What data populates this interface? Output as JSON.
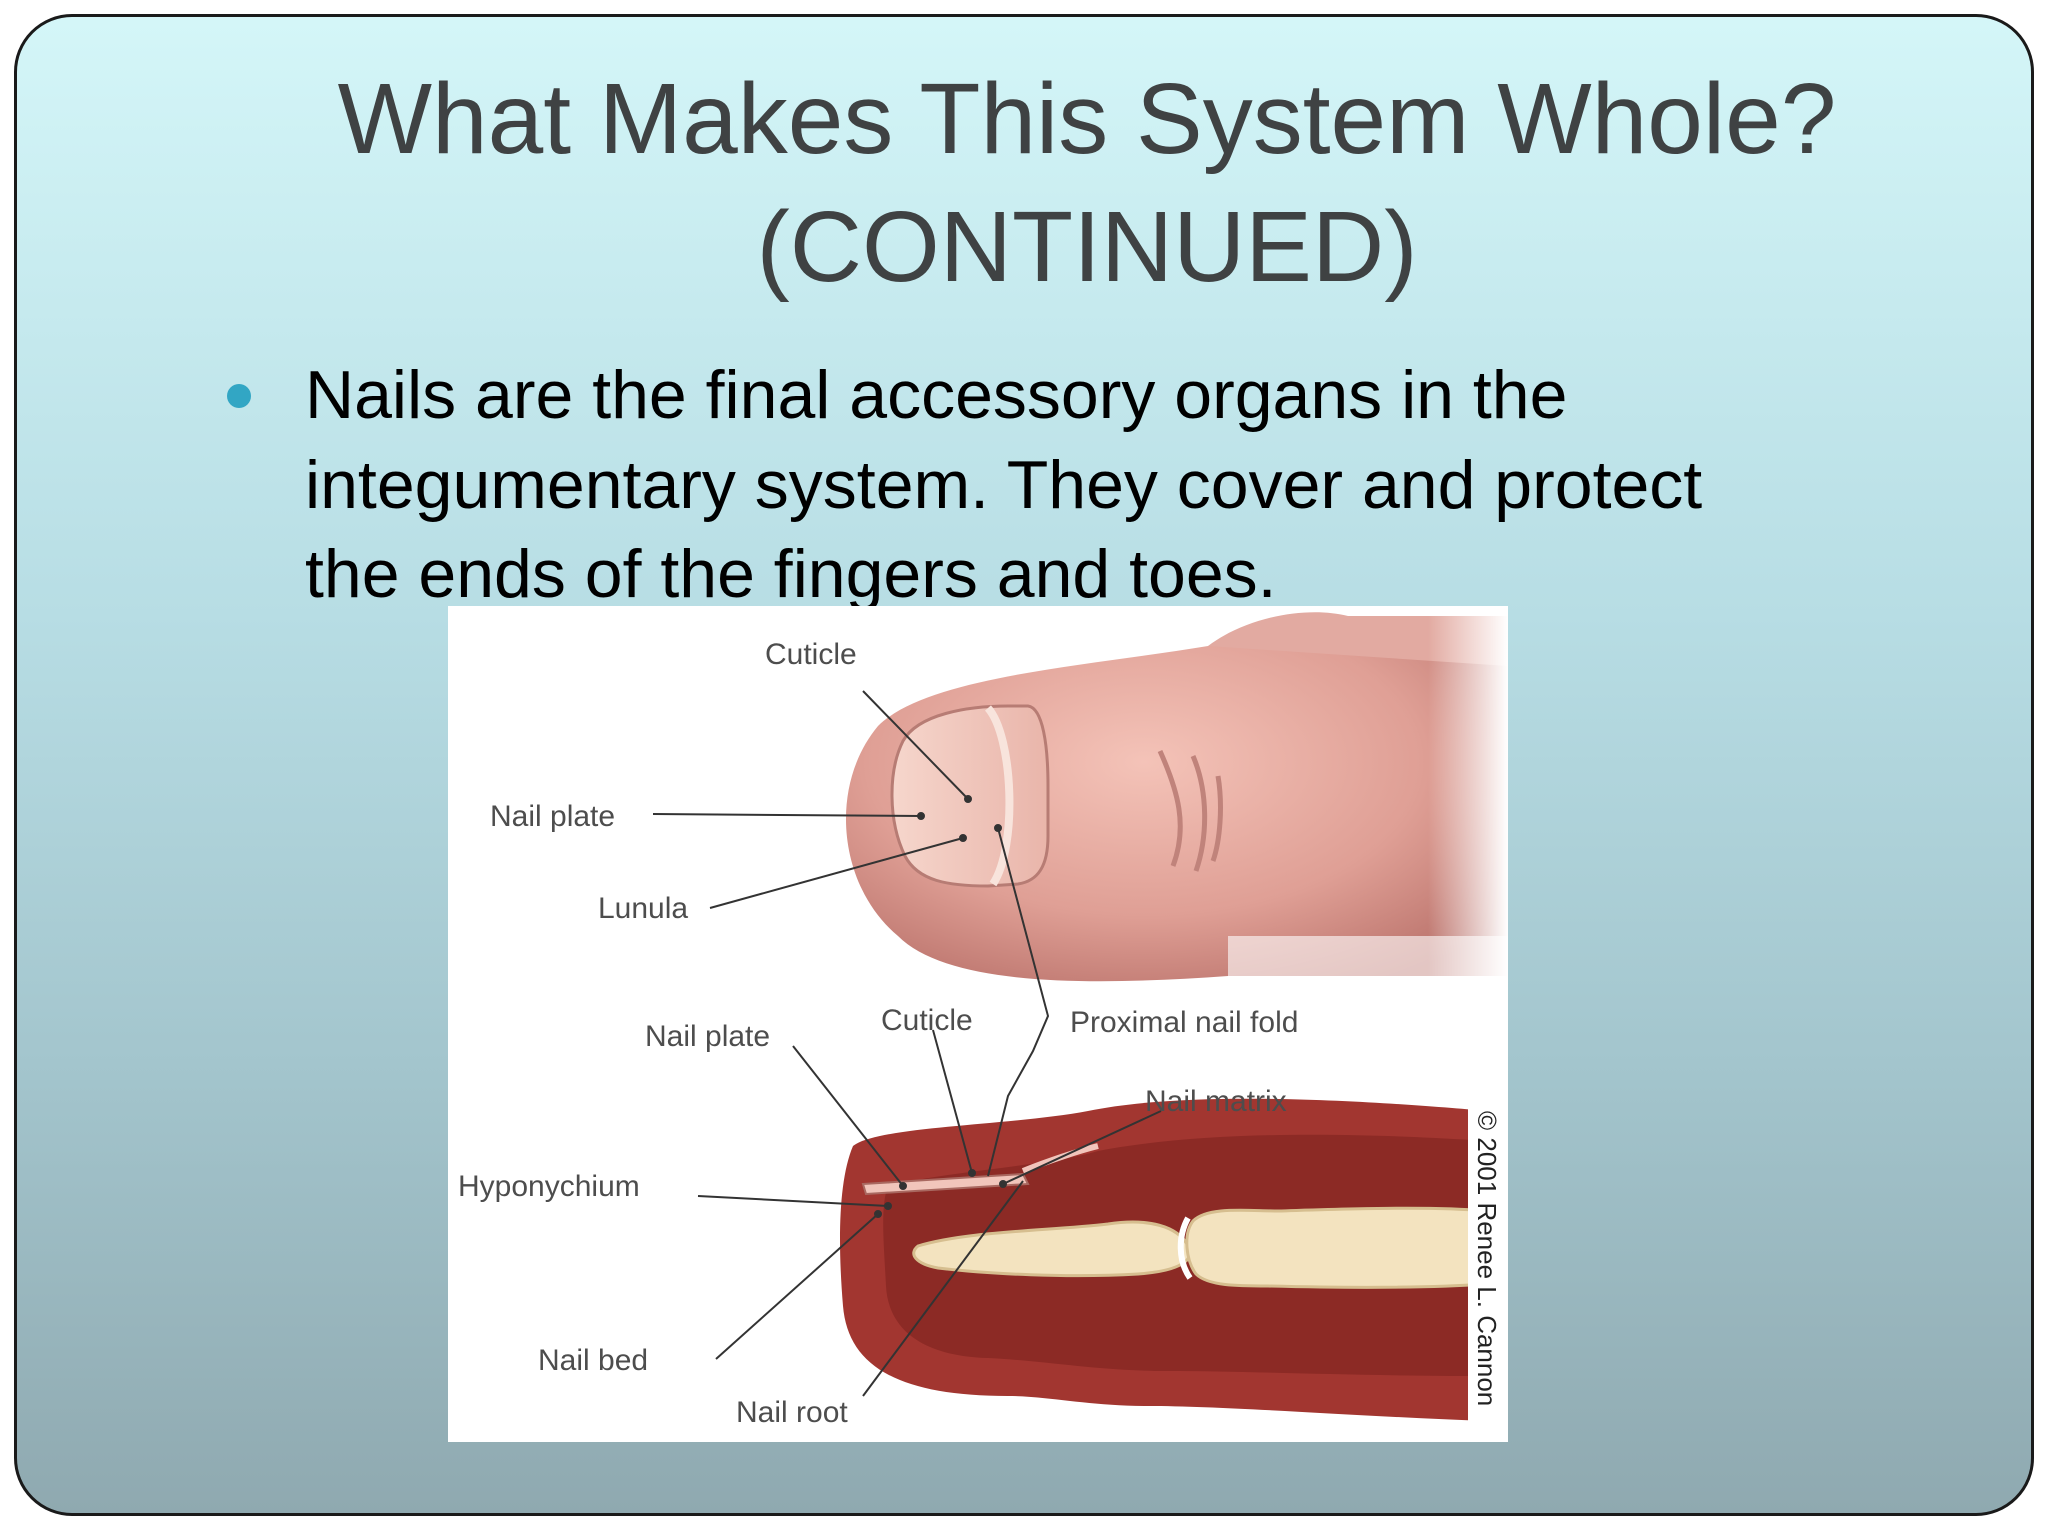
{
  "slide": {
    "title_line1": "What Makes This System Whole?",
    "title_line2": "(CONTINUED)",
    "bullet": {
      "line1": "Nails are the final accessory organs in the",
      "line2": "integumentary system. They cover and protect",
      "line3": "the ends of the fingers and toes."
    }
  },
  "diagram": {
    "top_labels": {
      "cuticle": "Cuticle",
      "nail_plate": "Nail plate",
      "lunula": "Lunula"
    },
    "bottom_labels": {
      "nail_plate": "Nail plate",
      "cuticle": "Cuticle",
      "proximal_nail_fold": "Proximal nail fold",
      "nail_matrix": "Nail matrix",
      "hyponychium": "Hyponychium",
      "nail_bed": "Nail bed",
      "nail_root": "Nail root"
    },
    "credit": "© 2001 Renee L. Cannon"
  },
  "colors": {
    "title": "#3f4243",
    "bullet": "#32a6c4",
    "skin": "#e0a59e",
    "tissue": "#9a2f2a",
    "bone": "#f3e3bf"
  }
}
